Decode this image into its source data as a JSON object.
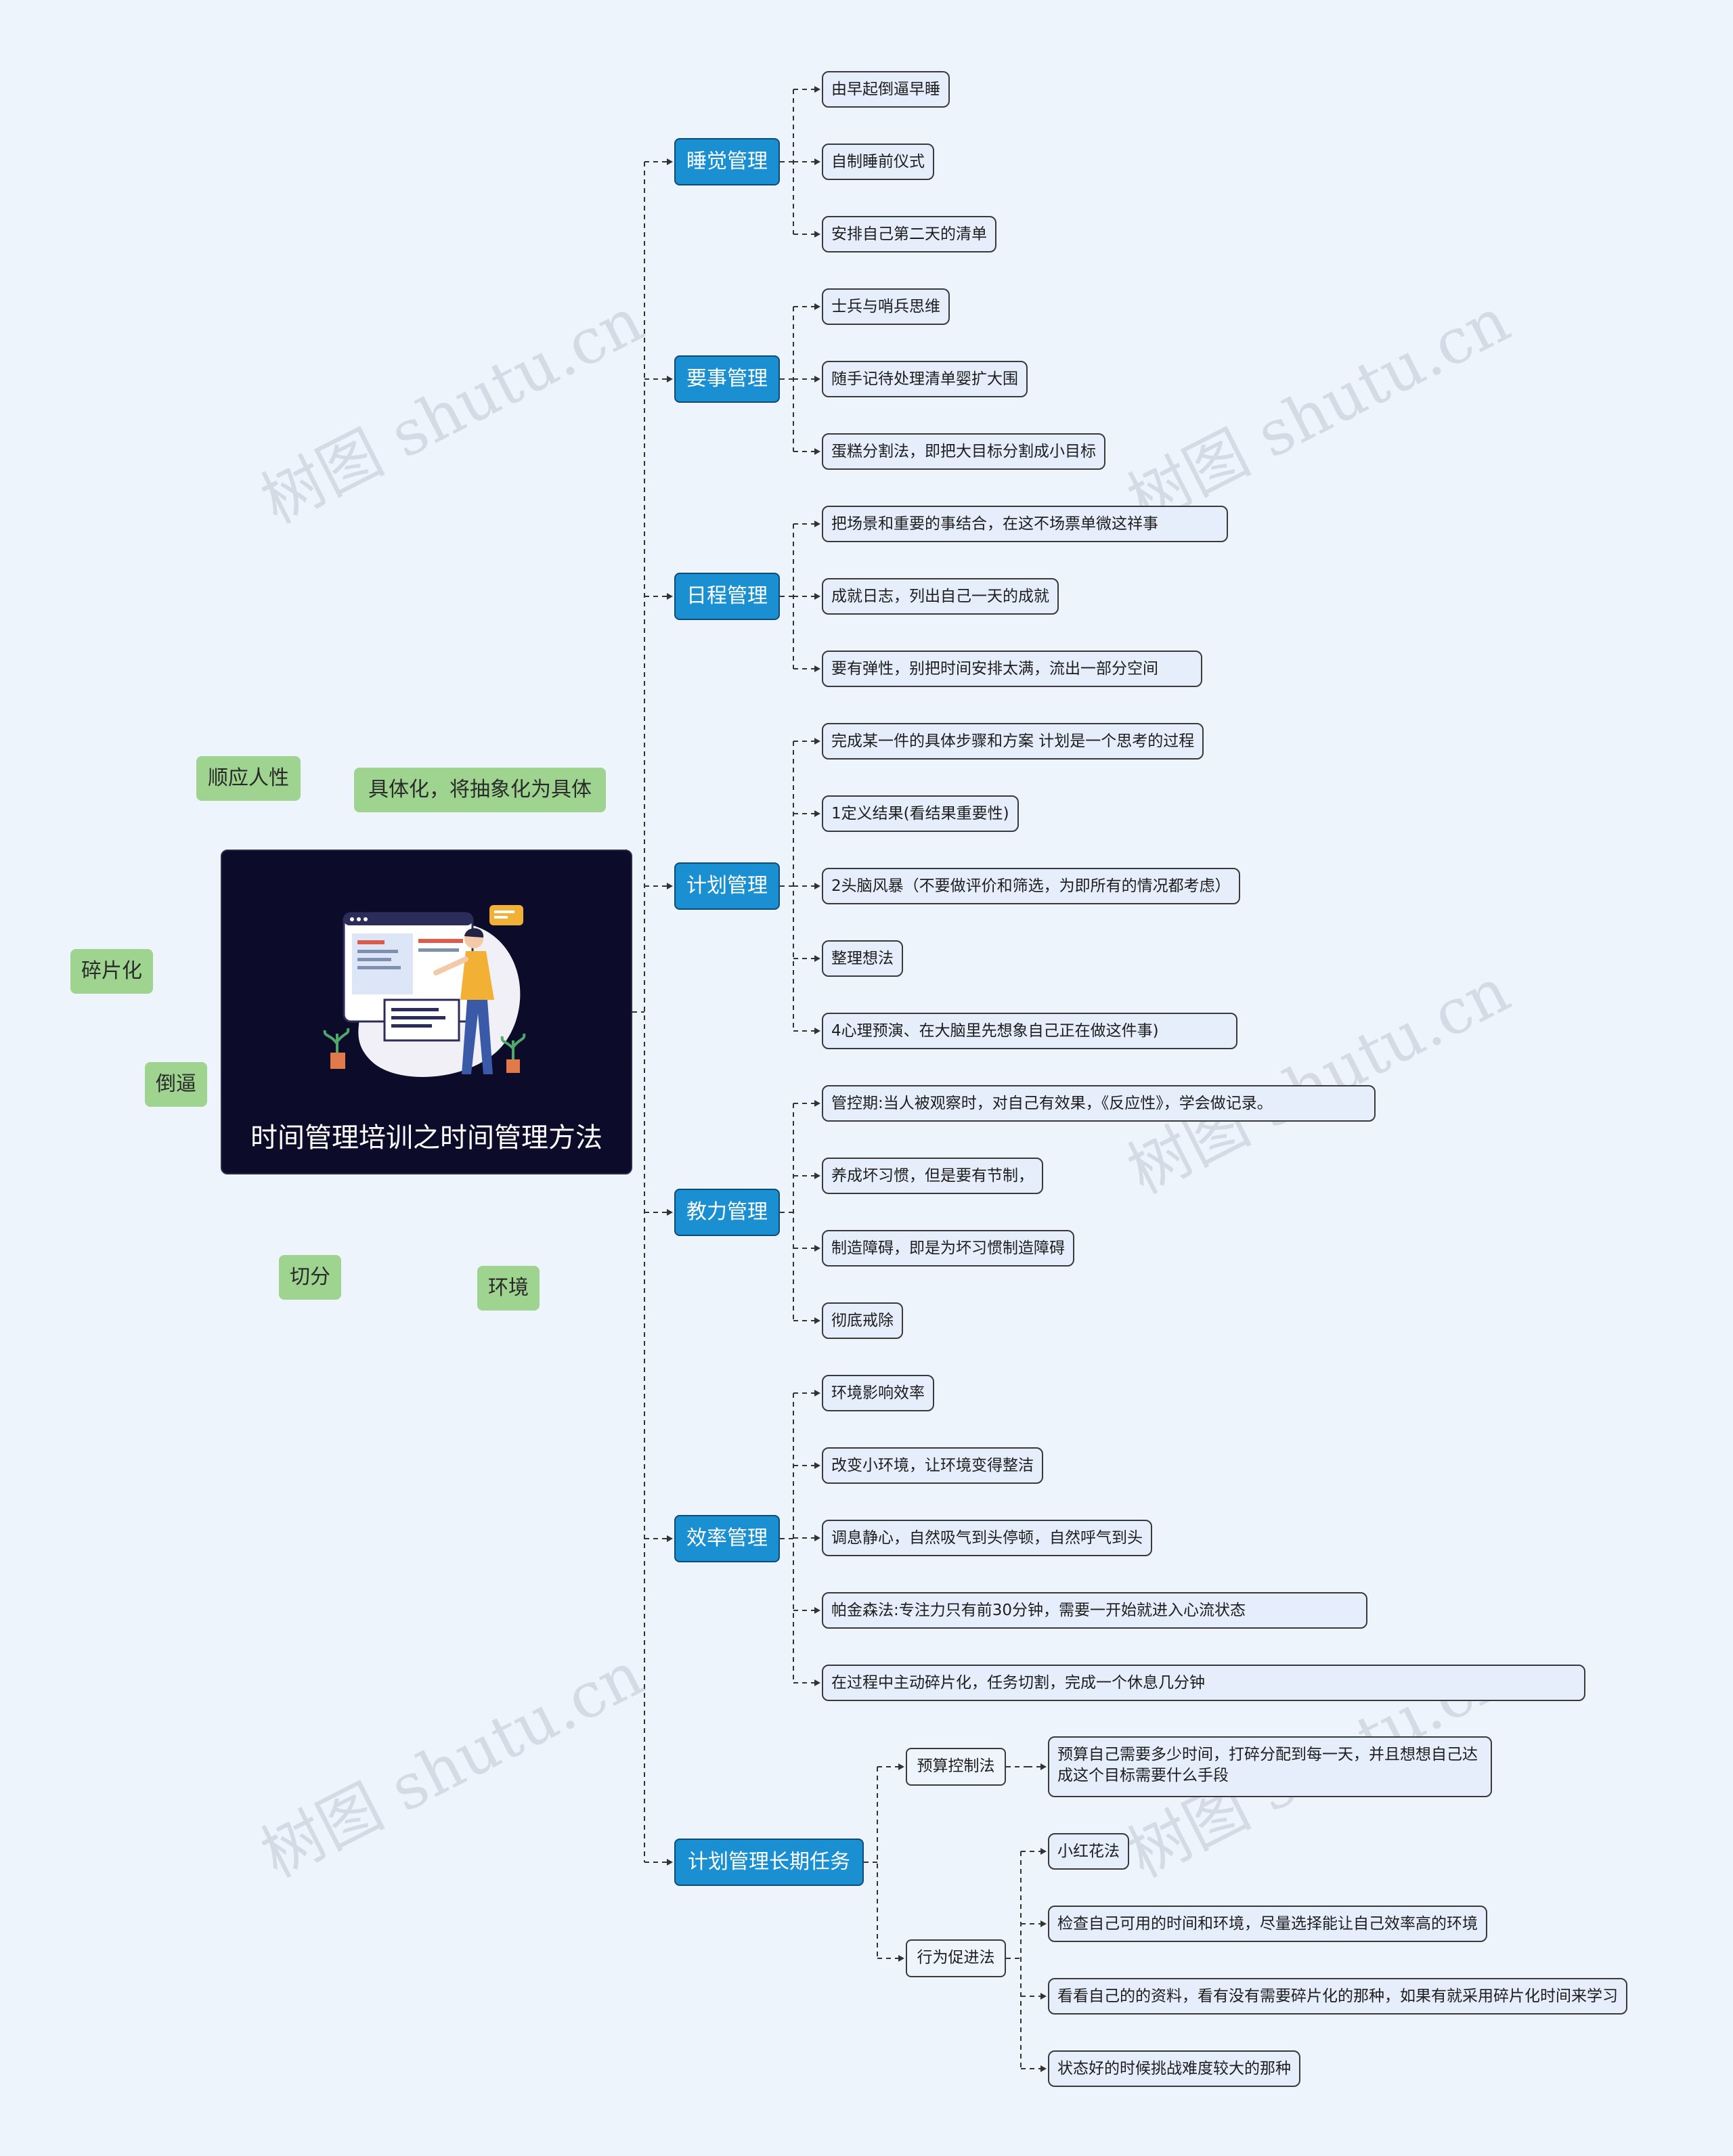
{
  "root": {
    "title": "时间管理培训之时间管理方法"
  },
  "floating_tags": [
    "顺应人性",
    "具体化，将抽象化为具体",
    "碎片化",
    "倒逼",
    "切分",
    "环境"
  ],
  "watermark": "树图 shutu.cn",
  "categories": [
    {
      "label": "睡觉管理",
      "items": [
        "由早起倒逼早睡",
        "自制睡前仪式",
        "安排自己第二天的清单"
      ]
    },
    {
      "label": "要事管理",
      "items": [
        "士兵与哨兵思维",
        "随手记待处理清单婴扩大围",
        "蛋糕分割法，即把大目标分割成小目标"
      ]
    },
    {
      "label": "日程管理",
      "items": [
        "把场景和重要的事结合，在这不场票单微这祥事",
        "成就日志，列出自己一天的成就",
        "要有弹性，别把时间安排太满，流出一部分空间"
      ]
    },
    {
      "label": "计划管理",
      "items": [
        "完成某一件的具体步骤和方案 计划是一个思考的过程",
        "1定义结果(看结果重要性)",
        "2头脑风暴（不要做评价和筛选，为即所有的情况都考虑）",
        "整理想法",
        "4心理预演、在大脑里先想象自己正在做这件事)"
      ]
    },
    {
      "label": "教力管理",
      "items": [
        "管控期:当人被观察时，对自己有效果，《反应性》，学会做记录。",
        "养成坏习惯，但是要有节制，",
        "制造障碍，即是为坏习惯制造障碍",
        "彻底戒除"
      ]
    },
    {
      "label": "效率管理",
      "items": [
        "环境影响效率",
        "改变小环境，让环境变得整洁",
        "调息静心，自然吸气到头停顿，自然呼气到头",
        "帕金森法:专注力只有前30分钟，需要一开始就进入心流状态",
        "在过程中主动碎片化，任务切割，完成一个休息几分钟"
      ]
    },
    {
      "label": "计划管理长期任务",
      "subs": [
        {
          "label": "预算控制法",
          "items": [
            "预算自己需要多少时间，打碎分配到每一天，并且想想自己达成这个目标需要什么手段"
          ]
        },
        {
          "label": "行为促进法",
          "items": [
            "小红花法",
            "检查自己可用的时间和环境，尽量选择能让自己效率高的环境",
            "看看自己的的资料，看有没有需要碎片化的那种，如果有就采用碎片化时间来学习",
            "状态好的时候挑战难度较大的那种"
          ]
        }
      ]
    }
  ],
  "colors": {
    "category": "#1a8fd1",
    "leaf": "#e6eefc",
    "tag": "#9ed48f",
    "root": "#0c0b2a",
    "background": "#eef4fc"
  }
}
